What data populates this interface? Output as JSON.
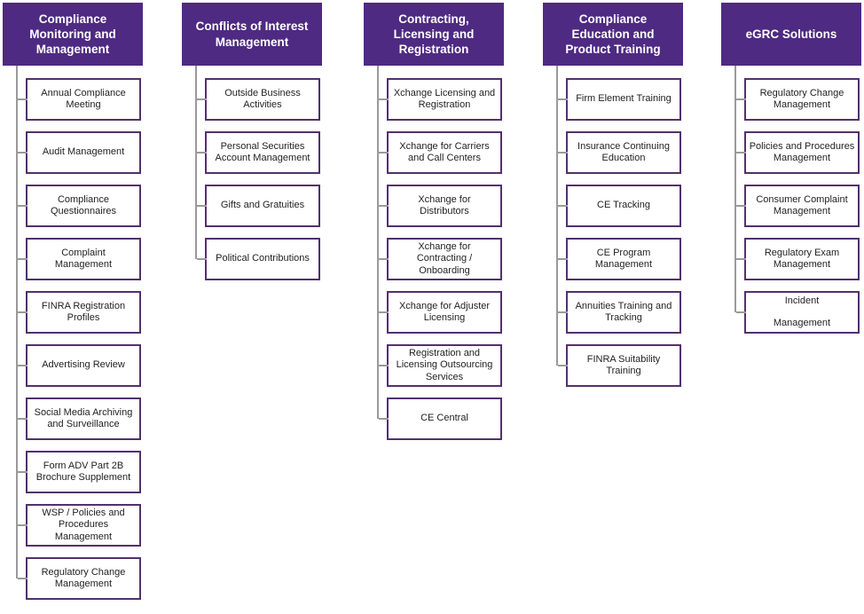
{
  "diagram_title": "",
  "colors": {
    "header_fill": "#4e2a82",
    "header_text": "#ffffff",
    "box_border": "#52306e",
    "box_fill": "#ffffff",
    "box_text": "#1f1f1f",
    "connector": "#9a9a9a"
  },
  "columns": [
    {
      "title": "Compliance\nMonitoring and\nManagement",
      "items": [
        {
          "label": "Annual Compliance\nMeeting"
        },
        {
          "label": "Audit Management"
        },
        {
          "label": "Compliance\nQuestionnaires"
        },
        {
          "label": "Complaint\nManagement"
        },
        {
          "label": "FINRA Registration\nProfiles"
        },
        {
          "label": "Advertising Review"
        },
        {
          "label": "Social Media Archiving\nand Surveillance"
        },
        {
          "label": "Form ADV Part 2B\nBrochure Supplement"
        },
        {
          "label": "WSP / Policies and\nProcedures\nManagement"
        },
        {
          "label": "Regulatory Change\nManagement"
        }
      ]
    },
    {
      "title": "Conflicts of Interest\nManagement",
      "items": [
        {
          "label": "Outside Business\nActivities"
        },
        {
          "label": "Personal Securities\nAccount Management"
        },
        {
          "label": "Gifts and Gratuities"
        },
        {
          "label": "Political Contributions"
        }
      ]
    },
    {
      "title": "Contracting,\nLicensing and\nRegistration",
      "items": [
        {
          "label": "Xchange Licensing and\nRegistration"
        },
        {
          "label": "Xchange for Carriers\nand Call Centers"
        },
        {
          "label": "Xchange for\nDistributors"
        },
        {
          "label": "Xchange for\nContracting /\nOnboarding"
        },
        {
          "label": "Xchange for Adjuster\nLicensing"
        },
        {
          "label": "Registration and\nLicensing Outsourcing\nServices"
        },
        {
          "label": "CE Central"
        }
      ]
    },
    {
      "title": "Compliance\nEducation and\nProduct Training",
      "items": [
        {
          "label": "Firm Element Training"
        },
        {
          "label": "Insurance Continuing\nEducation"
        },
        {
          "label": "CE Tracking"
        },
        {
          "label": "CE Program\nManagement"
        },
        {
          "label": "Annuities Training and\nTracking"
        },
        {
          "label": "FINRA Suitability\nTraining"
        }
      ]
    },
    {
      "title": "eGRC Solutions",
      "items": [
        {
          "label": "Regulatory Change\nManagement"
        },
        {
          "label": "Policies and Procedures\nManagement"
        },
        {
          "label": "Consumer Complaint\nManagement"
        },
        {
          "label": "Regulatory Exam\nManagement"
        },
        {
          "label": "Incident\nManagement",
          "spaced": true
        }
      ]
    }
  ]
}
